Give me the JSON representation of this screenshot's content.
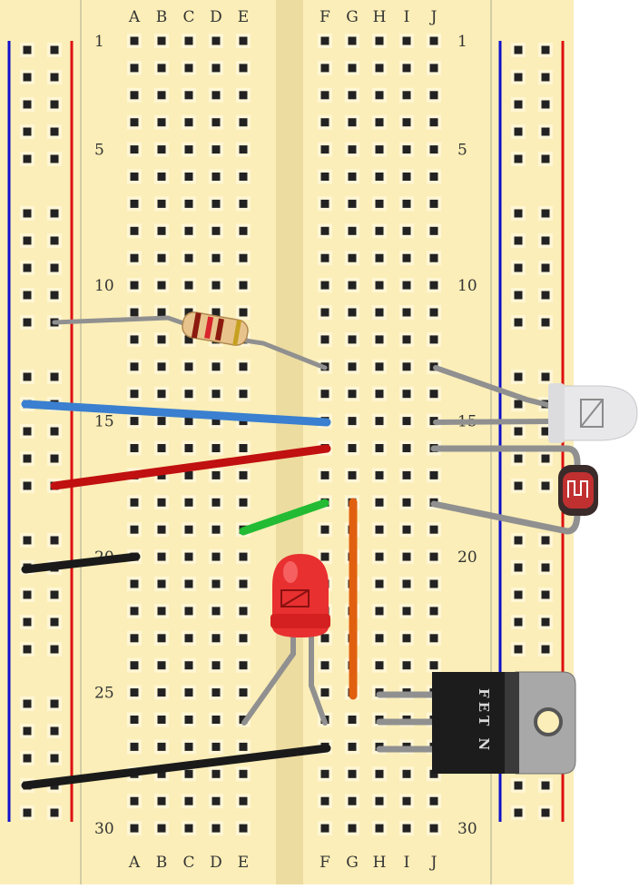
{
  "breadboard": {
    "columns_left": [
      "A",
      "B",
      "C",
      "D",
      "E"
    ],
    "columns_right": [
      "F",
      "G",
      "H",
      "I",
      "J"
    ],
    "row_count": 30,
    "row_labels": [
      "1",
      "5",
      "10",
      "15",
      "20",
      "25",
      "30"
    ]
  },
  "components": {
    "transistor_label": "FET N",
    "led_color": "red",
    "resistor_bands": [
      "#8b1a0f",
      "#d8242c",
      "#8b1a0f",
      "#c6a020"
    ]
  },
  "wire_colors": {
    "blue": "#3a7fd0",
    "red": "#c01010",
    "green": "#22bb33",
    "black": "#1a1a1a",
    "orange": "#e06010",
    "lead": "#909090"
  },
  "colors": {
    "board": "#fbeeb8",
    "channel": "#ecdca0",
    "hole": "#222222",
    "rail_blue": "#1010cc",
    "rail_red": "#dd1010"
  }
}
